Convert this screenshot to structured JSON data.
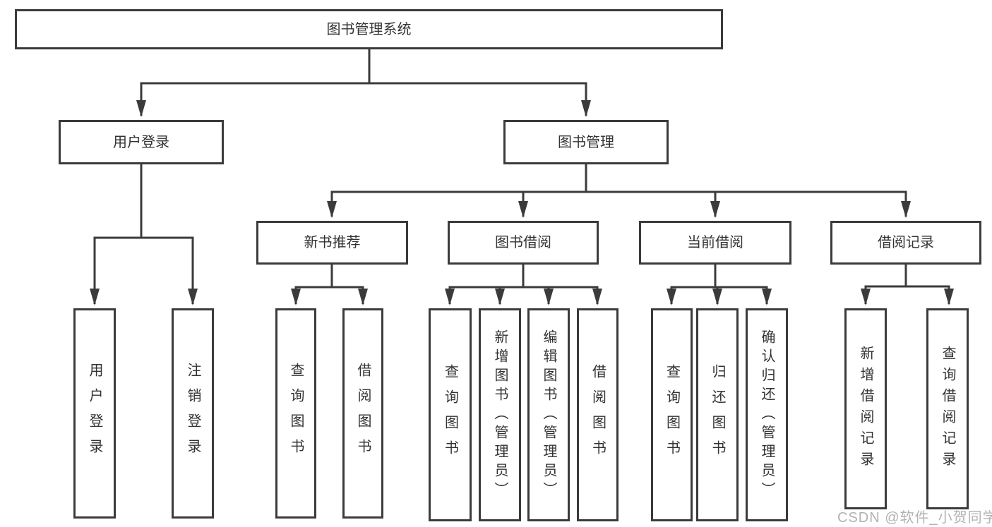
{
  "diagram": {
    "type": "hierarchy-chart",
    "colors": {
      "line": "#3b3b3b",
      "box_border": "#3b3b3b",
      "text": "#333333",
      "background": "#ffffff",
      "watermark": "#b2b2b2"
    },
    "watermark": "CSDN @软件_小贺同学",
    "tree": {
      "label": "图书管理系统",
      "children": [
        {
          "label": "用户登录",
          "children": [
            {
              "label": "用户登录"
            },
            {
              "label": "注销登录"
            }
          ]
        },
        {
          "label": "图书管理",
          "children": [
            {
              "label": "新书推荐",
              "children": [
                {
                  "label": "查询图书"
                },
                {
                  "label": "借阅图书"
                }
              ]
            },
            {
              "label": "图书借阅",
              "children": [
                {
                  "label": "查询图书"
                },
                {
                  "label": "新增图书（管理员）"
                },
                {
                  "label": "编辑图书（管理员）"
                },
                {
                  "label": "借阅图书"
                }
              ]
            },
            {
              "label": "当前借阅",
              "children": [
                {
                  "label": "查询图书"
                },
                {
                  "label": "归还图书"
                },
                {
                  "label": "确认归还（管理员）"
                }
              ]
            },
            {
              "label": "借阅记录",
              "children": [
                {
                  "label": "新增借阅记录"
                },
                {
                  "label": "查询借阅记录"
                }
              ]
            }
          ]
        }
      ]
    }
  }
}
